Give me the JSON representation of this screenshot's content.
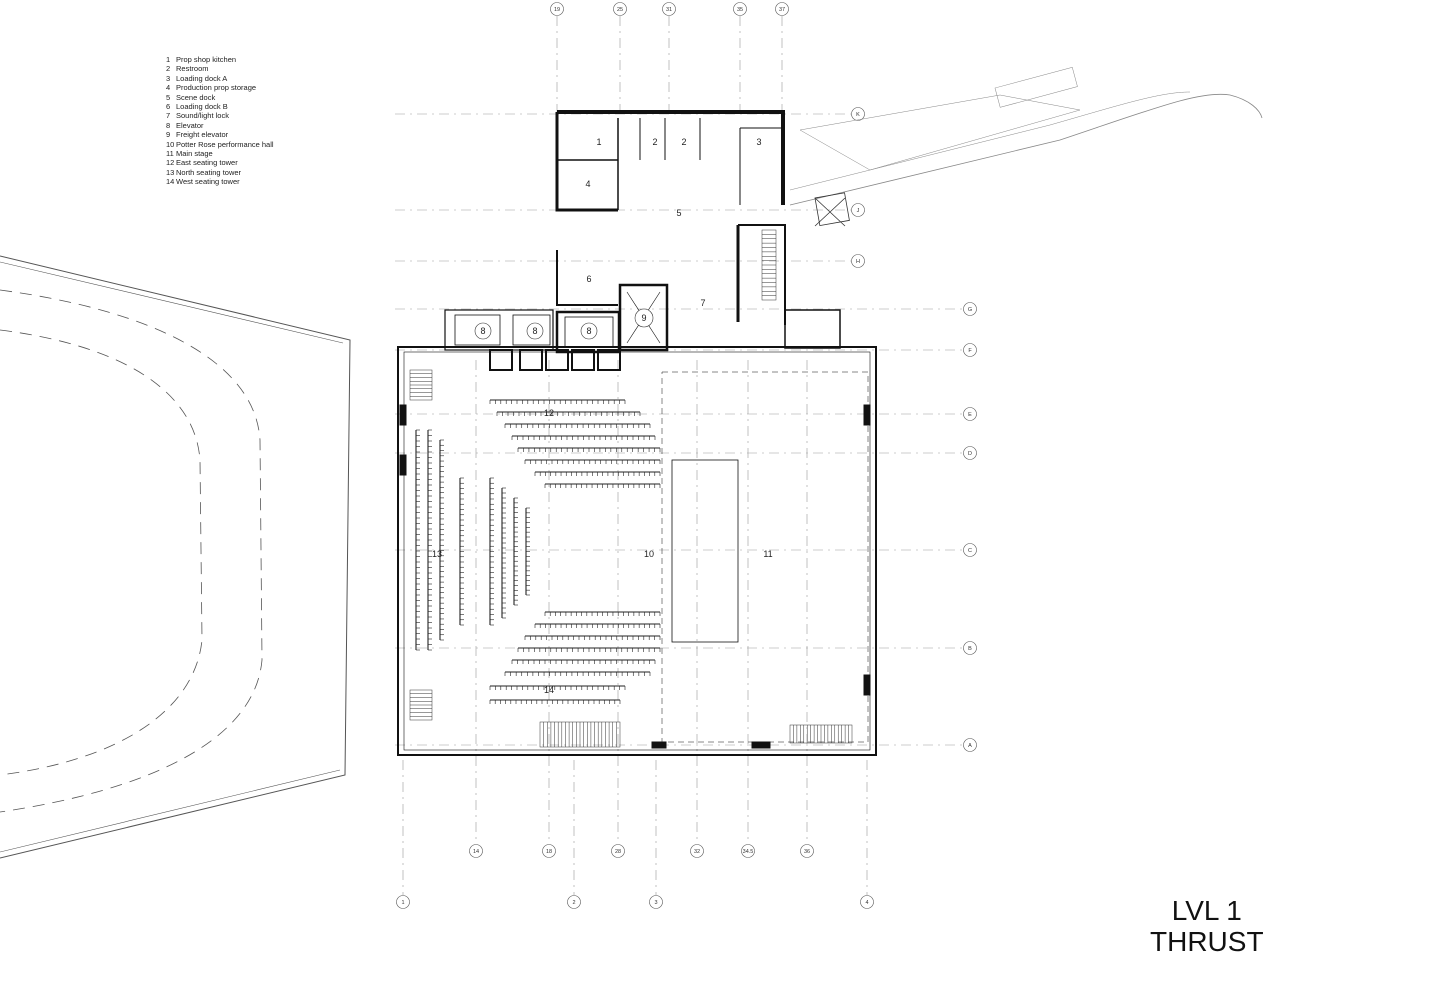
{
  "legend": [
    {
      "num": "1",
      "label": "Prop shop kitchen"
    },
    {
      "num": "2",
      "label": "Restroom"
    },
    {
      "num": "3",
      "label": "Loading dock A"
    },
    {
      "num": "4",
      "label": "Production prop storage"
    },
    {
      "num": "5",
      "label": "Scene dock"
    },
    {
      "num": "6",
      "label": "Loading dock B"
    },
    {
      "num": "7",
      "label": "Sound/light lock"
    },
    {
      "num": "8",
      "label": "Elevator"
    },
    {
      "num": "9",
      "label": "Freight elevator"
    },
    {
      "num": "10",
      "label": "Potter Rose performance hall"
    },
    {
      "num": "11",
      "label": "Main stage"
    },
    {
      "num": "12",
      "label": "East seating tower"
    },
    {
      "num": "13",
      "label": "North seating tower"
    },
    {
      "num": "14",
      "label": "West seating tower"
    }
  ],
  "title": {
    "line1": "LVL 1",
    "line2": "THRUST"
  },
  "grid": {
    "top": [
      "19",
      "25",
      "31",
      "35",
      "37"
    ],
    "right": [
      "K",
      "J",
      "H",
      "G",
      "F",
      "E",
      "D",
      "C",
      "B",
      "A"
    ],
    "bottom_row1": [
      "14",
      "18",
      "28",
      "32",
      "34.5",
      "36"
    ],
    "bottom_row2": [
      "1",
      "2",
      "3",
      "4"
    ]
  },
  "rooms": {
    "r1": "1",
    "r2a": "2",
    "r2b": "2",
    "r3": "3",
    "r4": "4",
    "r5": "5",
    "r6": "6",
    "r7": "7",
    "r8a": "8",
    "r8b": "8",
    "r8c": "8",
    "r9": "9",
    "r10": "10",
    "r11": "11",
    "r12": "12",
    "r13": "13",
    "r14": "14"
  }
}
